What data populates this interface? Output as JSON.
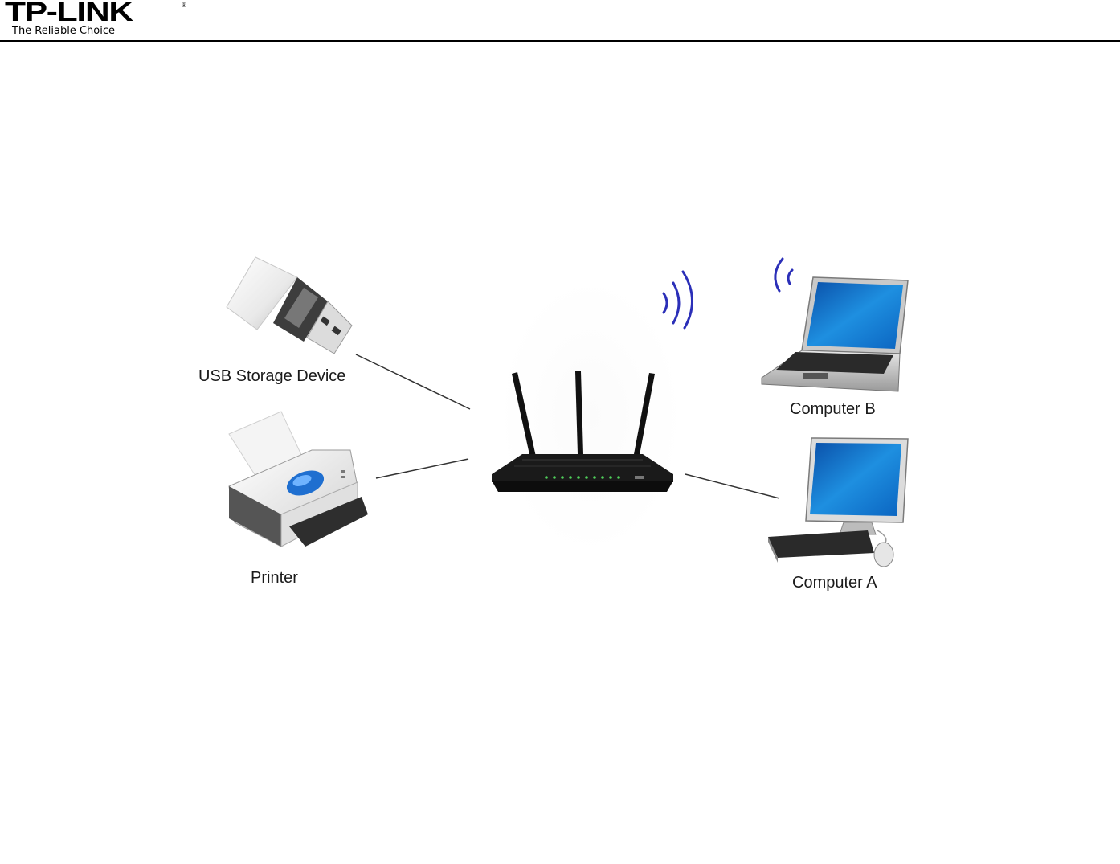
{
  "header": {
    "logo_text": "TP-LINK",
    "logo_mark": "®",
    "tagline": "The Reliable Choice"
  },
  "diagram": {
    "labels": {
      "usb": "USB Storage Device",
      "printer": "Printer",
      "computer_b": "Computer B",
      "computer_a": "Computer A"
    }
  },
  "colors": {
    "wifi_waves": "#2b2fb8",
    "screen_blue": "#1e8fe0",
    "printer_button": "#1f6fd0",
    "router_body": "#141414",
    "router_led": "#4fcf5a",
    "rule": "#000000"
  },
  "icons": [
    "usb-drive-icon",
    "printer-icon",
    "router-icon",
    "laptop-icon",
    "desktop-computer-icon",
    "wifi-waves-icon"
  ]
}
